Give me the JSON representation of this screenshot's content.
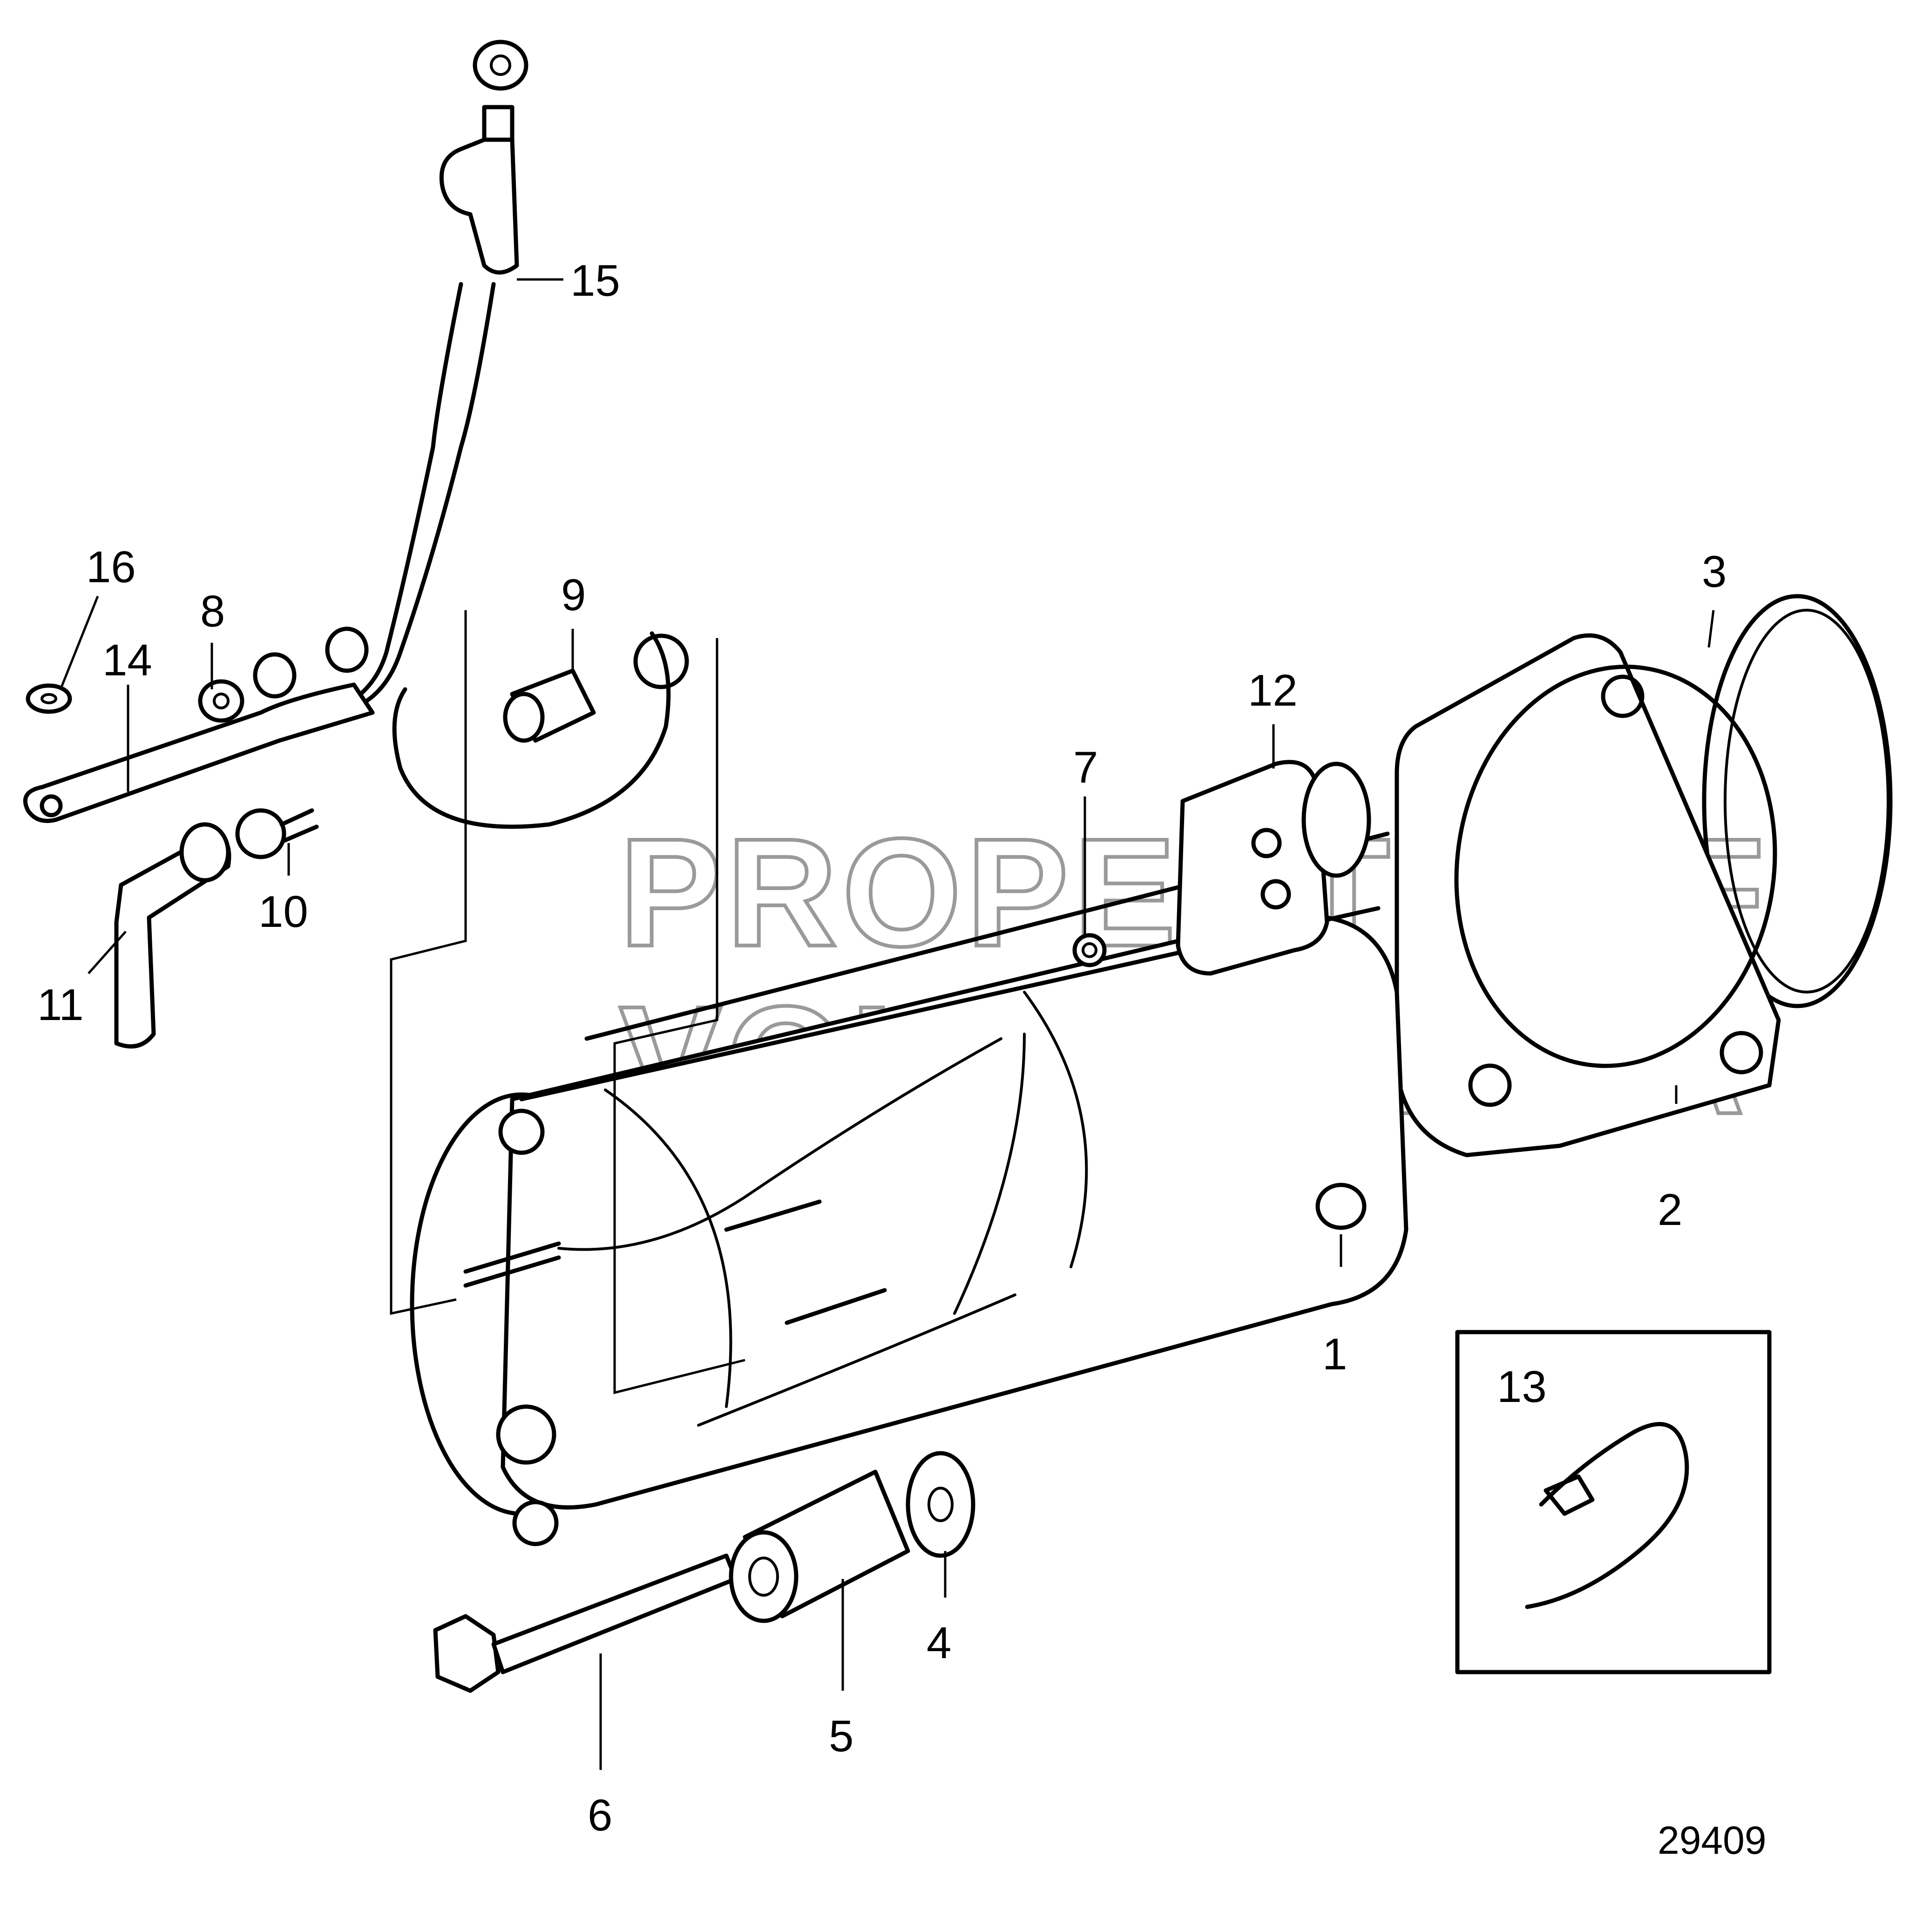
{
  "callouts": [
    {
      "id": "c1",
      "label": "1"
    },
    {
      "id": "c2",
      "label": "2"
    },
    {
      "id": "c3",
      "label": "3"
    },
    {
      "id": "c4",
      "label": "4"
    },
    {
      "id": "c5",
      "label": "5"
    },
    {
      "id": "c6",
      "label": "6"
    },
    {
      "id": "c7",
      "label": "7"
    },
    {
      "id": "c8",
      "label": "8"
    },
    {
      "id": "c9",
      "label": "9"
    },
    {
      "id": "c10",
      "label": "10"
    },
    {
      "id": "c11",
      "label": "11"
    },
    {
      "id": "c12",
      "label": "12"
    },
    {
      "id": "c13",
      "label": "13"
    },
    {
      "id": "c14",
      "label": "14"
    },
    {
      "id": "c15",
      "label": "15"
    },
    {
      "id": "c16",
      "label": "16"
    }
  ],
  "watermark": {
    "line1": "PROPERTY OF",
    "line2": "VOLVO PENTA"
  },
  "figure_number": "29409"
}
